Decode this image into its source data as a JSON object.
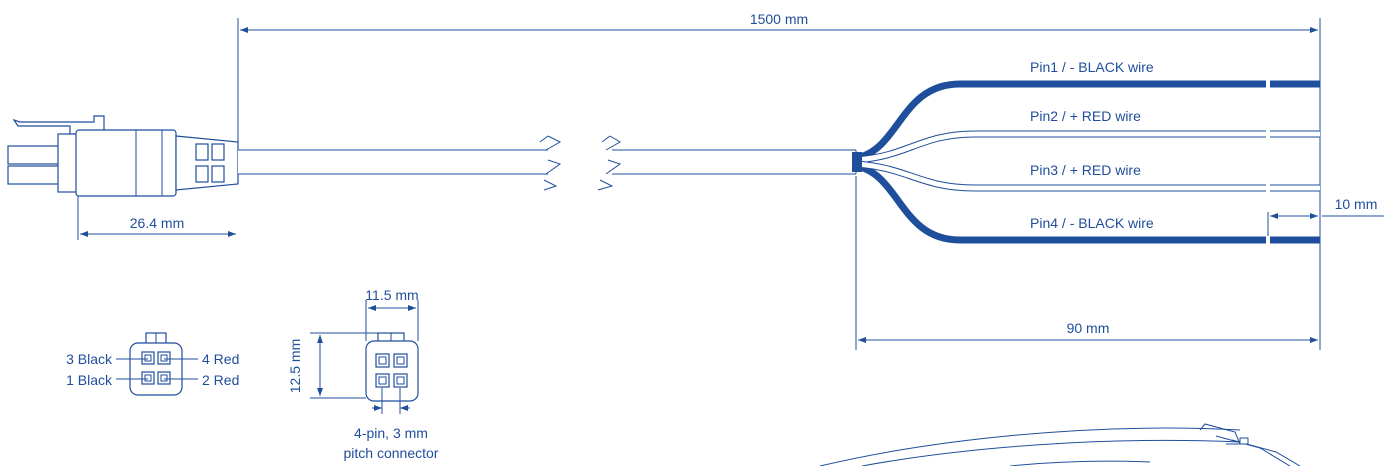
{
  "dimensions": {
    "total_length": "1500 mm",
    "connector_length": "26.4 mm",
    "breakout_length": "90 mm",
    "strip_length": "10 mm",
    "connector_width": "11.5 mm",
    "connector_height": "12.5 mm"
  },
  "wires": [
    {
      "label": "Pin1 / - BLACK wire",
      "color": "#1f4e9c"
    },
    {
      "label": "Pin2 / + RED wire",
      "color": "#ffffff"
    },
    {
      "label": "Pin3 / + RED wire",
      "color": "#ffffff"
    },
    {
      "label": "Pin4 / - BLACK wire",
      "color": "#1f4e9c"
    }
  ],
  "pinout": {
    "pin3": "3 Black",
    "pin1": "1 Black",
    "pin4": "4 Red",
    "pin2": "2 Red"
  },
  "connector_note": {
    "line1": "4-pin, 3 mm",
    "line2": "pitch connector"
  },
  "colors": {
    "line": "#1f4e9c",
    "background": "#ffffff"
  }
}
